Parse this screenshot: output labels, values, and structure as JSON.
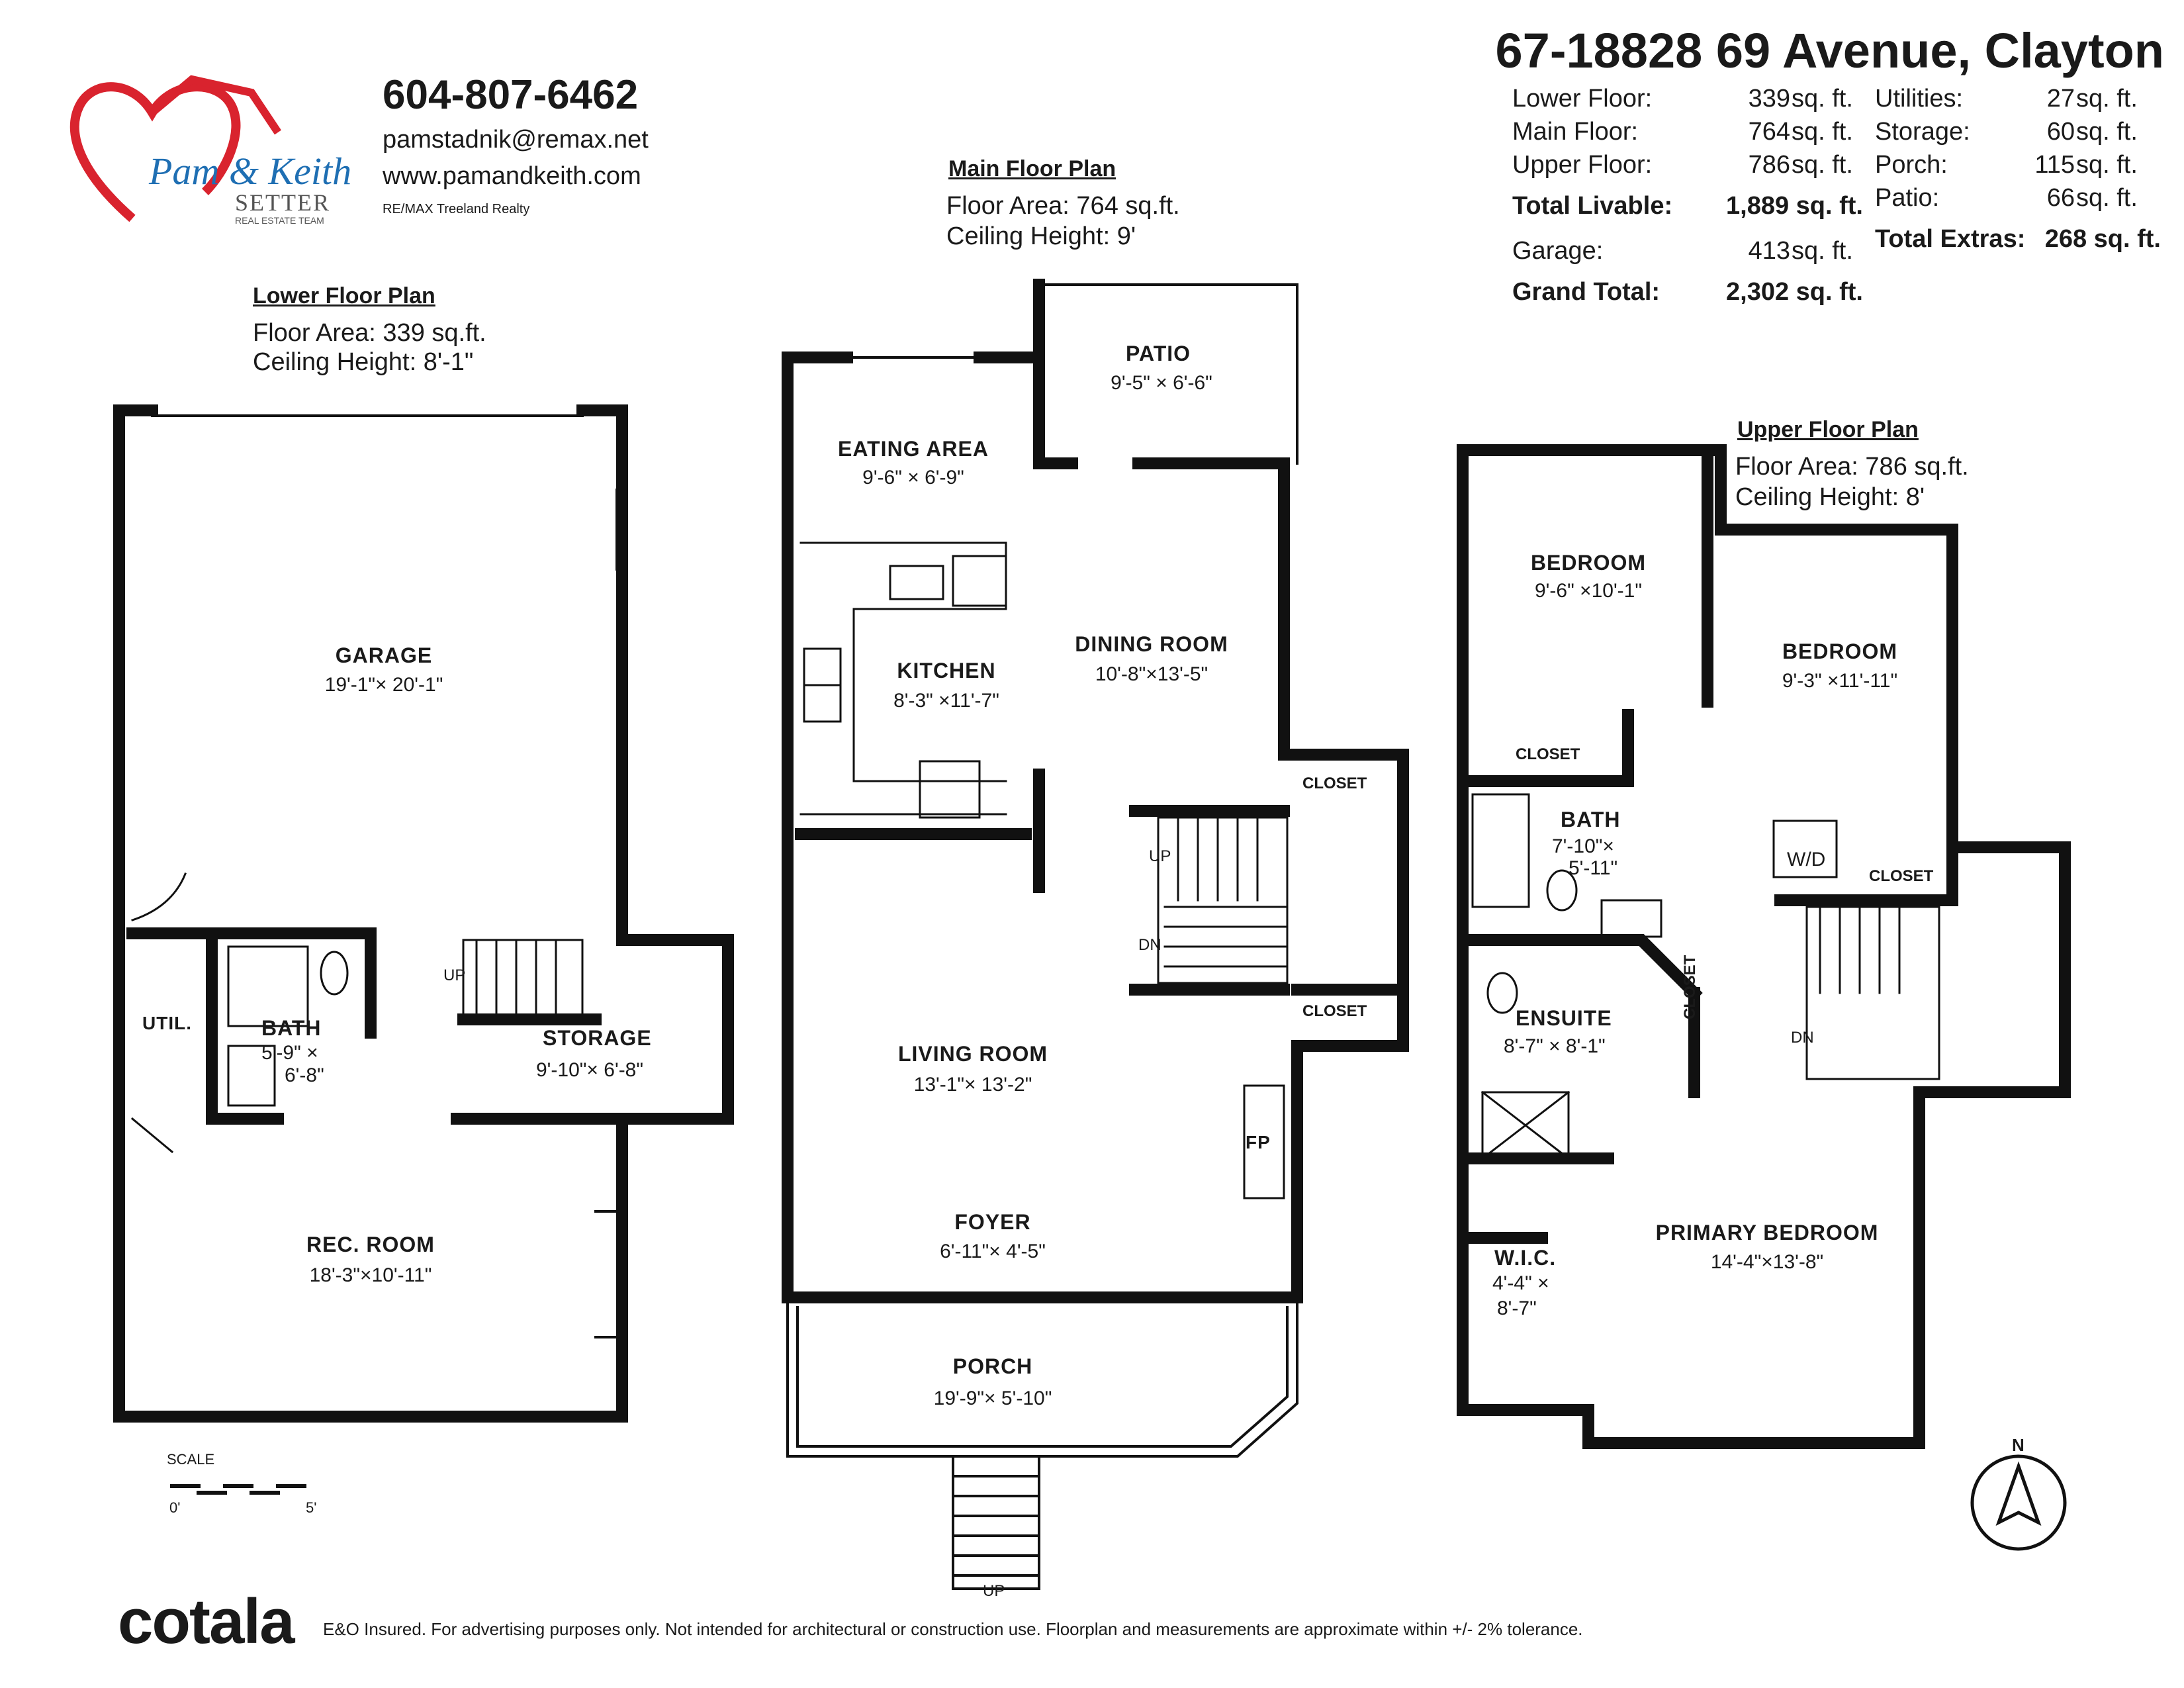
{
  "header": {
    "address": "67-18828 69 Avenue, Clayton",
    "phone": "604-807-6462",
    "email": "pamstadnik@remax.net",
    "website": "www.pamandkeith.com",
    "brokerage": "RE/MAX Treeland Realty",
    "logo_name": "Pam & Keith",
    "logo_sub": "SETTER",
    "logo_tag": "REAL ESTATE TEAM",
    "brand_color": "#d9232e",
    "logo_text_color": "#1f6fb3"
  },
  "areas": {
    "lower_label": "Lower Floor:",
    "lower_val": "339",
    "unit": "sq. ft.",
    "main_label": "Main Floor:",
    "main_val": "764",
    "upper_label": "Upper Floor:",
    "upper_val": "786",
    "total_livable_label": "Total Livable:",
    "total_livable_val": "1,889 sq. ft.",
    "garage_label": "Garage:",
    "garage_val": "413",
    "grand_total_label": "Grand Total:",
    "grand_total_val": "2,302 sq. ft.",
    "utilities_label": "Utilities:",
    "utilities_val": "27",
    "storage_label": "Storage:",
    "storage_val": "60",
    "porch_label": "Porch:",
    "porch_val": "115",
    "patio_label": "Patio:",
    "patio_val": "66",
    "total_extras_label": "Total Extras:",
    "total_extras_val": "268 sq. ft."
  },
  "lower": {
    "title": "Lower Floor Plan",
    "area": "Floor Area: 339 sq.ft.",
    "ceiling": "Ceiling Height: 8'-1\"",
    "garage": "GARAGE",
    "garage_dim": "19'-1\"× 20'-1\"",
    "util": "UTIL.",
    "bath": "BATH",
    "bath_dim1": "5'-9\" ×",
    "bath_dim2": "6'-8\"",
    "up": "UP",
    "storage": "STORAGE",
    "storage_dim": "9'-10\"× 6'-8\"",
    "rec": "REC. ROOM",
    "rec_dim": "18'-3\"×10'-11\"",
    "scale": "SCALE",
    "scale_0": "0'",
    "scale_5": "5'"
  },
  "main": {
    "title": "Main Floor Plan",
    "area": "Floor Area: 764 sq.ft.",
    "ceiling": "Ceiling Height: 9'",
    "patio": "PATIO",
    "patio_dim": "9'-5\" × 6'-6\"",
    "eating": "EATING AREA",
    "eating_dim": "9'-6\" × 6'-9\"",
    "kitchen": "KITCHEN",
    "kitchen_dim": "8'-3\" ×11'-7\"",
    "dining": "DINING ROOM",
    "dining_dim": "10'-8\"×13'-5\"",
    "closet": "CLOSET",
    "up": "UP",
    "dn": "DN",
    "living": "LIVING ROOM",
    "living_dim": "13'-1\"× 13'-2\"",
    "fp": "FP",
    "foyer": "FOYER",
    "foyer_dim": "6'-11\"× 4'-5\"",
    "porch": "PORCH",
    "porch_dim": "19'-9\"× 5'-10\"",
    "up_bottom": "UP"
  },
  "upper": {
    "title": "Upper Floor Plan",
    "area": "Floor Area: 786 sq.ft.",
    "ceiling": "Ceiling Height: 8'",
    "bed1": "BEDROOM",
    "bed1_dim": "9'-6\" ×10'-1\"",
    "bed2": "BEDROOM",
    "bed2_dim": "9'-3\" ×11'-11\"",
    "closet": "CLOSET",
    "bath": "BATH",
    "bath_dim1": "7'-10\"×",
    "bath_dim2": "5'-11\"",
    "wd": "W/D",
    "ensuite": "ENSUITE",
    "ensuite_dim": "8'-7\" × 8'-1\"",
    "closet_v": "CLOSET",
    "dn": "DN",
    "wic": "W.I.C.",
    "wic_dim1": "4'-4\" ×",
    "wic_dim2": "8'-7\"",
    "primary": "PRIMARY BEDROOM",
    "primary_dim": "14'-4\"×13'-8\"",
    "north": "N"
  },
  "footer": {
    "brand": "cotala",
    "disclaimer": "E&O Insured. For advertising purposes only. Not intended for architectural or construction use. Floorplan and measurements are approximate within +/- 2% tolerance."
  }
}
